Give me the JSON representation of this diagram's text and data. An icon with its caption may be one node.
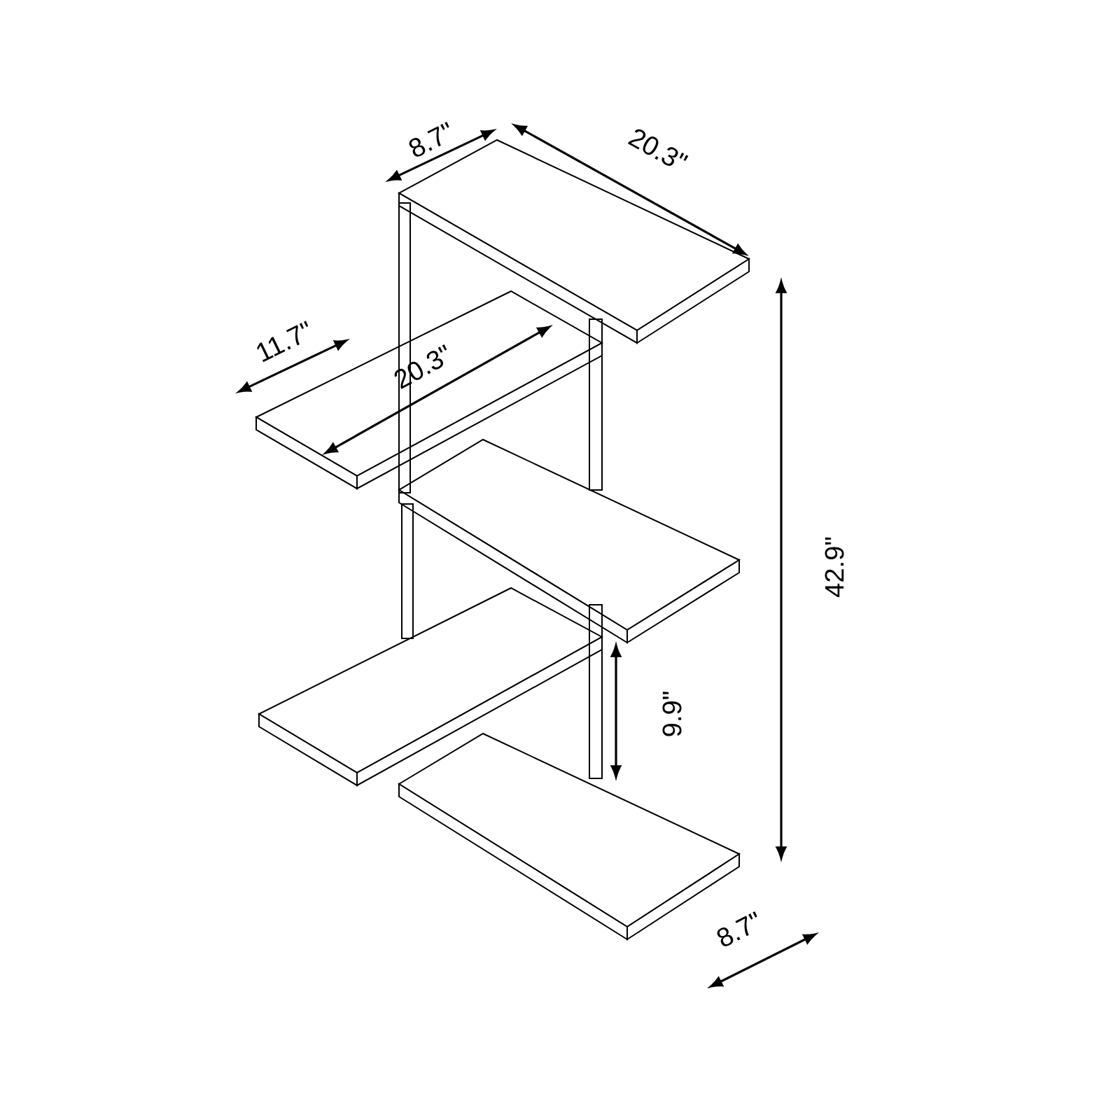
{
  "diagram": {
    "labels": [
      "8.7\"",
      "20.3\"",
      "11.7\"",
      "20.3\"",
      "42.9\"",
      "9.9\"",
      "8.7\""
    ]
  }
}
